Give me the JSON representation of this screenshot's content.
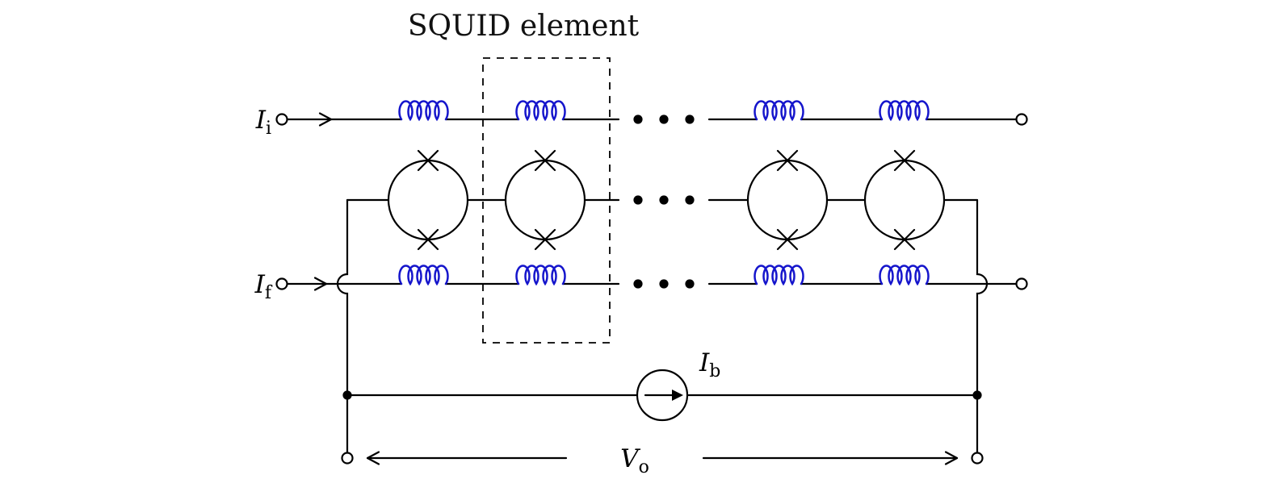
{
  "title": "SQUID element",
  "labels": {
    "input_current": {
      "symbol": "I",
      "subscript": "i"
    },
    "feedback_current": {
      "symbol": "I",
      "subscript": "f"
    },
    "bias_current": {
      "symbol": "I",
      "subscript": "b"
    },
    "output_voltage": {
      "symbol": "V",
      "subscript": "o"
    }
  },
  "colors": {
    "wire": "#000000",
    "inductor": "#1515cc",
    "background": "#ffffff"
  }
}
